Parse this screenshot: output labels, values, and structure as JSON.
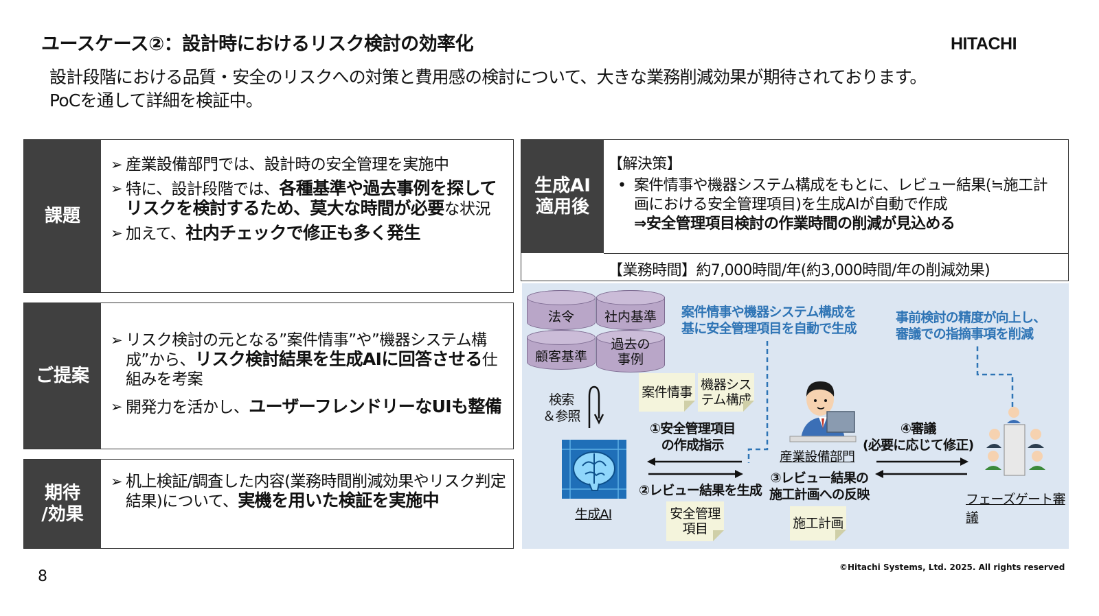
{
  "title": "ユースケース②：設計時におけるリスク検討の効率化",
  "logo": "HITACHI",
  "subtitle": {
    "line1": "設計段階における品質・安全のリスクへの対策と費用感の検討について、大きな業務削減効果が期待されております。",
    "line2": "PoCを通して詳細を検証中。"
  },
  "issue": {
    "label": "課題",
    "b1": "産業設備部門では、設計時の安全管理を実施中",
    "b2_pre": "特に、設計段階では、",
    "b2_bold": "各種基準や過去事例を探してリスクを検討するため、莫大な時間が必要",
    "b2_post": "な状況",
    "b3_pre": "加えて、",
    "b3_bold": "社内チェックで修正も多く発生"
  },
  "proposal": {
    "label": "ご提案",
    "b1_pre": "リスク検討の元となる”案件情事”や”機器システム構成”から、",
    "b1_bold": "リスク検討結果を生成AIに回答させる",
    "b1_post": "仕組みを考案",
    "b2_pre": "開発力を活かし、",
    "b2_bold": "ユーザーフレンドリーなUIも整備"
  },
  "effect": {
    "label_l1": "期待",
    "label_l2": "/効果",
    "b1_pre": "机上検証/調査した内容(業務時間削減効果やリスク判定結果)について、",
    "b1_bold": "実機を用いた検証を実施中"
  },
  "ai": {
    "label_l1": "生成AI",
    "label_l2": "適用後",
    "heading": "【解決策】",
    "bullet": "•",
    "text": "案件情事や機器システム構成をもとに、レビュー結果(≒施工計画における安全管理項目)を生成AIが自動で作成",
    "result": "⇒安全管理項目検討の作業時間の削減が見込める",
    "biz": "【業務時間】約7,000時間/年(約3,000時間/年の削減効果)"
  },
  "diagram": {
    "db_law": "法令",
    "db_internal": "社内基準",
    "db_customer": "顧客基準",
    "db_past_l1": "過去の",
    "db_past_l2": "事例",
    "search_l1": "検索",
    "search_l2": "＆参照",
    "note_case": "案件情事",
    "note_equip_l1": "機器シス",
    "note_equip_l2": "テム構成",
    "blue1_l1": "案件情事や機器システム構成を",
    "blue1_l2": "基に安全管理項目を自動で生成",
    "blue2_l1": "事前検討の精度が向上し、",
    "blue2_l2": "審議での指摘事項を削減",
    "step1_l1": "①安全管理項目",
    "step1_l2": "の作成指示",
    "step2": "②レビュー結果を生成",
    "step3_l1": "③レビュー結果の",
    "step3_l2": "施工計画への反映",
    "step4_l1": "④審議",
    "step4_l2": "(必要に応じて修正)",
    "ai_caption": "生成AI",
    "dept_caption": "産業設備部門",
    "gate_caption": "フェーズゲート審議",
    "note_safety_l1": "安全管理",
    "note_safety_l2": "項目",
    "note_plan": "施工計画"
  },
  "page_number": "8",
  "copyright": "©Hitachi Systems, Ltd. 2025. All rights reserved",
  "colors": {
    "label_bg": "#404040",
    "diagram_bg": "#dce6f2",
    "accent_blue": "#2e74b5",
    "db_purple": "#b9a6c8"
  }
}
